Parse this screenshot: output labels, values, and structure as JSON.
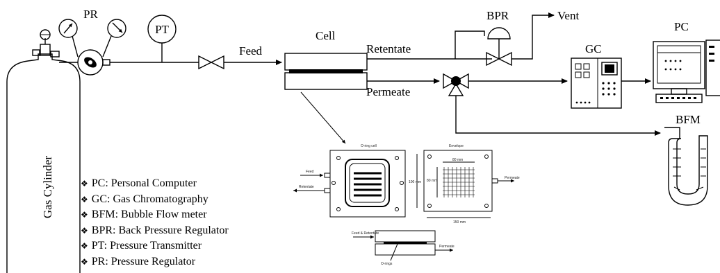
{
  "labels": {
    "pr": "PR",
    "pt": "PT",
    "feed": "Feed",
    "cell": "Cell",
    "retentate": "Retentate",
    "permeate": "Permeate",
    "bpr": "BPR",
    "vent": "Vent",
    "gc": "GC",
    "pc": "PC",
    "bfm": "BFM",
    "gas_cylinder": "Gas Cylinder"
  },
  "legend": [
    {
      "abbr": "PC",
      "text": "Personal Computer"
    },
    {
      "abbr": "GC",
      "text": "Gas Chromatography"
    },
    {
      "abbr": "BFM",
      "text": "Bubble Flow meter"
    },
    {
      "abbr": "BPR",
      "text": "Back Pressure Regulator"
    },
    {
      "abbr": "PT",
      "text": "Pressure Transmitter"
    },
    {
      "abbr": "PR",
      "text": "Pressure Regulator"
    }
  ],
  "inset": {
    "o_ring_title": "O-ring cell",
    "envelope_title": "Envelope",
    "feed": "Feed",
    "retentate": "Retentate",
    "permeate": "Permeate",
    "feed_retentate": "Feed & Retentate",
    "o_rings": "O-rings",
    "dim_80": "80 mm",
    "dim_100": "100 mm",
    "dim_150": "150 mm"
  },
  "colors": {
    "line": "#000000",
    "background": "#ffffff"
  },
  "legend_bullet_icon": "diamond-bullet-icon"
}
